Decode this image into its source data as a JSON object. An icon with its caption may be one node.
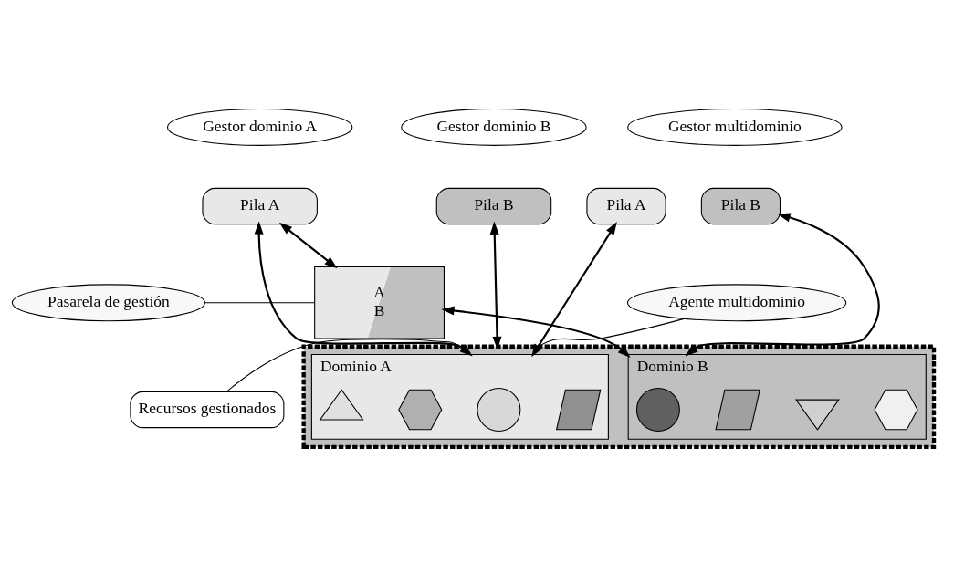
{
  "diagram": {
    "nodes": [
      {
        "text": [
          "Gestor dominio A"
        ]
      },
      {
        "text": [
          "Pila A"
        ]
      },
      {
        "text": [
          "Gestor multidominio"
        ]
      },
      {
        "text": [
          "Pila A"
        ]
      },
      {
        "text": [
          "Pila B"
        ]
      },
      {
        "text": [
          "Gestor dominio B"
        ]
      },
      {
        "text": [
          "Pila B"
        ]
      },
      {
        "text": [
          "Pasarela de gestión"
        ]
      },
      {
        "text": [
          "A",
          "B"
        ]
      },
      {
        "text": [
          "Agente multidominio"
        ]
      },
      {
        "text": [
          "Recursos gestionados"
        ]
      },
      {
        "text": [],
        "shape": "box"
      },
      {
        "text": [
          "Dominio A"
        ],
        "in": 11
      },
      {
        "text": [
          "Dominio B"
        ],
        "in": 11
      },
      {
        "text": [],
        "shape": "circle",
        "in": 12
      },
      {
        "text": [],
        "shape": "parallelogram",
        "in": 12
      },
      {
        "text": [],
        "shape": "triangle",
        "in": 12
      },
      {
        "text": [],
        "shape": "hexagon",
        "in": 12
      },
      {
        "text": [],
        "shape": "circle",
        "in": 13
      },
      {
        "text": [],
        "shape": "parallelogram",
        "in": 13
      },
      {
        "text": [],
        "shape": "triangle",
        "in": 13
      },
      {
        "text": [],
        "shape": "hexagon",
        "in": 13
      }
    ],
    "edges": [
      {
        "from": 1,
        "to": 12,
        "arrow": "both"
      },
      {
        "from": 1,
        "to": 8,
        "arrow": "both"
      },
      {
        "from": 3,
        "to": 12,
        "arrow": "both"
      },
      {
        "from": 4,
        "to": 13,
        "arrow": "both"
      },
      {
        "from": 6,
        "to": 11,
        "arrow": "both"
      },
      {
        "from": 8,
        "to": 13,
        "arrow": "both"
      },
      {
        "from": 7,
        "to": 8,
        "arrow": "none"
      },
      {
        "from": 9,
        "to": 11,
        "arrow": "none"
      },
      {
        "from": 10,
        "to": 11,
        "arrow": "none"
      }
    ]
  }
}
